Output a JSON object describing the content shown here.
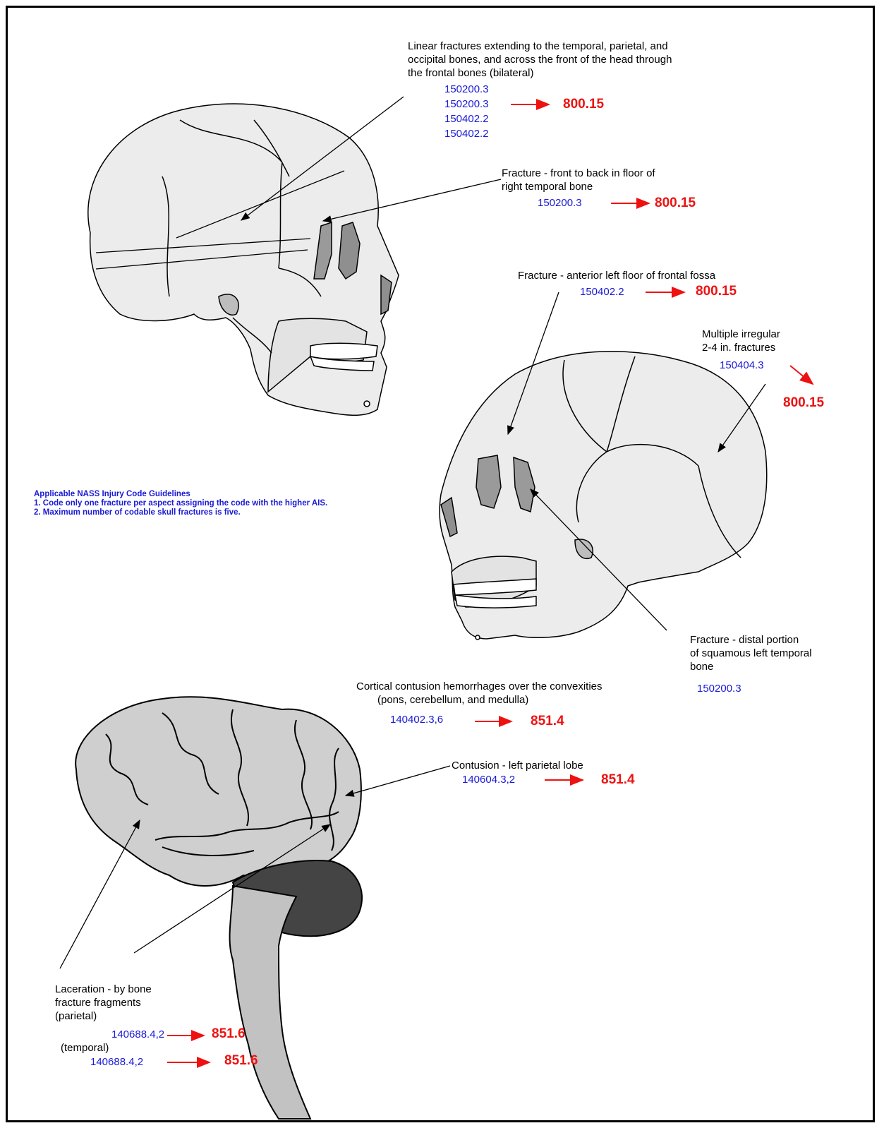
{
  "annotations": {
    "linear": {
      "text": [
        "Linear fractures extending to the temporal, parietal, and",
        "occipital bones, and across the front of the head through",
        "the frontal bones (bilateral)"
      ],
      "codes": [
        "150200.3",
        "150200.3",
        "150402.2",
        "150402.2"
      ],
      "icd": "800.15"
    },
    "floor_temporal": {
      "text": [
        "Fracture - front to back in floor of",
        "right temporal bone"
      ],
      "code": "150200.3",
      "icd": "800.15"
    },
    "frontal_fossa": {
      "text": [
        "Fracture - anterior left floor of frontal fossa"
      ],
      "code": "150402.2",
      "icd": "800.15"
    },
    "multiple": {
      "text": [
        "Multiple irregular",
        "2-4 in. fractures"
      ],
      "code": "150404.3",
      "icd": "800.15"
    },
    "squamous": {
      "text": [
        "Fracture - distal portion",
        "of squamous left temporal",
        "bone"
      ],
      "code": "150200.3"
    },
    "cortical": {
      "text": [
        "Cortical contusion hemorrhages over the convexities",
        "(pons, cerebellum, and medulla)"
      ],
      "code": "140402.3,6",
      "icd": "851.4"
    },
    "parietal_lobe": {
      "text": [
        "Contusion - left parietal lobe"
      ],
      "code": "140604.3,2",
      "icd": "851.4"
    },
    "laceration": {
      "text": [
        "Laceration - by bone",
        "fracture fragments",
        "(parietal)"
      ],
      "sub2": "(temporal)",
      "code1": "140688.4,2",
      "code2": "140688.4,2",
      "icd": "851.6"
    }
  },
  "guidelines": {
    "title": "Applicable NASS Injury Code Guidelines",
    "items": [
      "1.  Code only one fracture per aspect assigning the code with the higher AIS.",
      "2.  Maximum number of codable skull fractures is five."
    ]
  },
  "colors": {
    "code": "#1a1ad6",
    "icd": "#ee1111",
    "bone": "#ececec",
    "shadow": "#9a9a9a"
  }
}
